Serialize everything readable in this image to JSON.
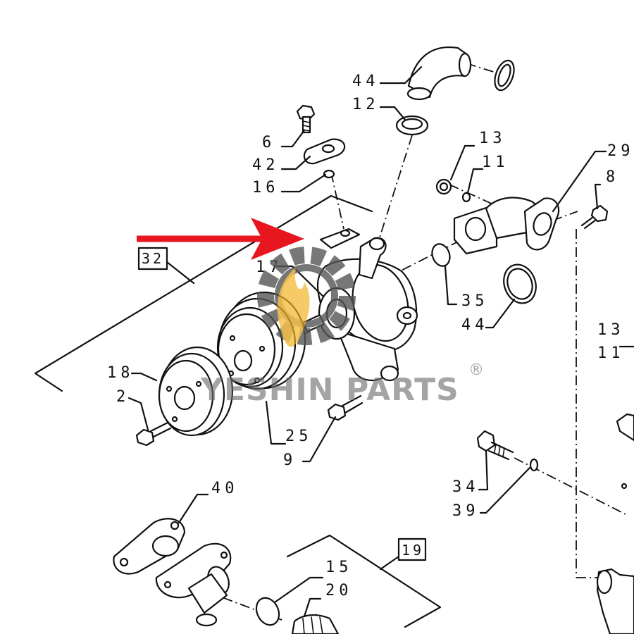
{
  "diagram": {
    "callouts": {
      "c44_top": "44",
      "c12": "12",
      "c6": "6",
      "c42": "42",
      "c16": "16",
      "c13_top": "13",
      "c11_top": "11",
      "c29": "29",
      "c8": "8",
      "c17": "17",
      "c35": "35",
      "c44_mid": "44",
      "c13_right": "13",
      "c11_right": "11",
      "c18": "18",
      "c2": "2",
      "c25": "25",
      "c9": "9",
      "c34": "34",
      "c39": "39",
      "c40": "40",
      "c15": "15",
      "c20": "20"
    },
    "boxed_callouts": {
      "b32": "32",
      "b19": "19"
    },
    "highlight_arrow_color": "#e8161e",
    "watermark": {
      "text": "YESHIN PARTS",
      "registered_mark": "®",
      "gear_color": "#555555",
      "flame_color": "#f2b01e"
    }
  }
}
